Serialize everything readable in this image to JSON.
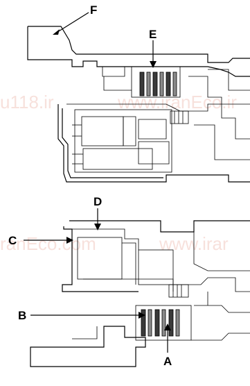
{
  "watermarks": {
    "top_left": "u118.ir",
    "top_right": "www.iranEco.ir",
    "bottom_left": "ranEco.com",
    "bottom_right": "www.irar"
  },
  "callouts": {
    "A": "A",
    "B": "B",
    "C": "C",
    "D": "D",
    "E": "E",
    "F": "F"
  }
}
